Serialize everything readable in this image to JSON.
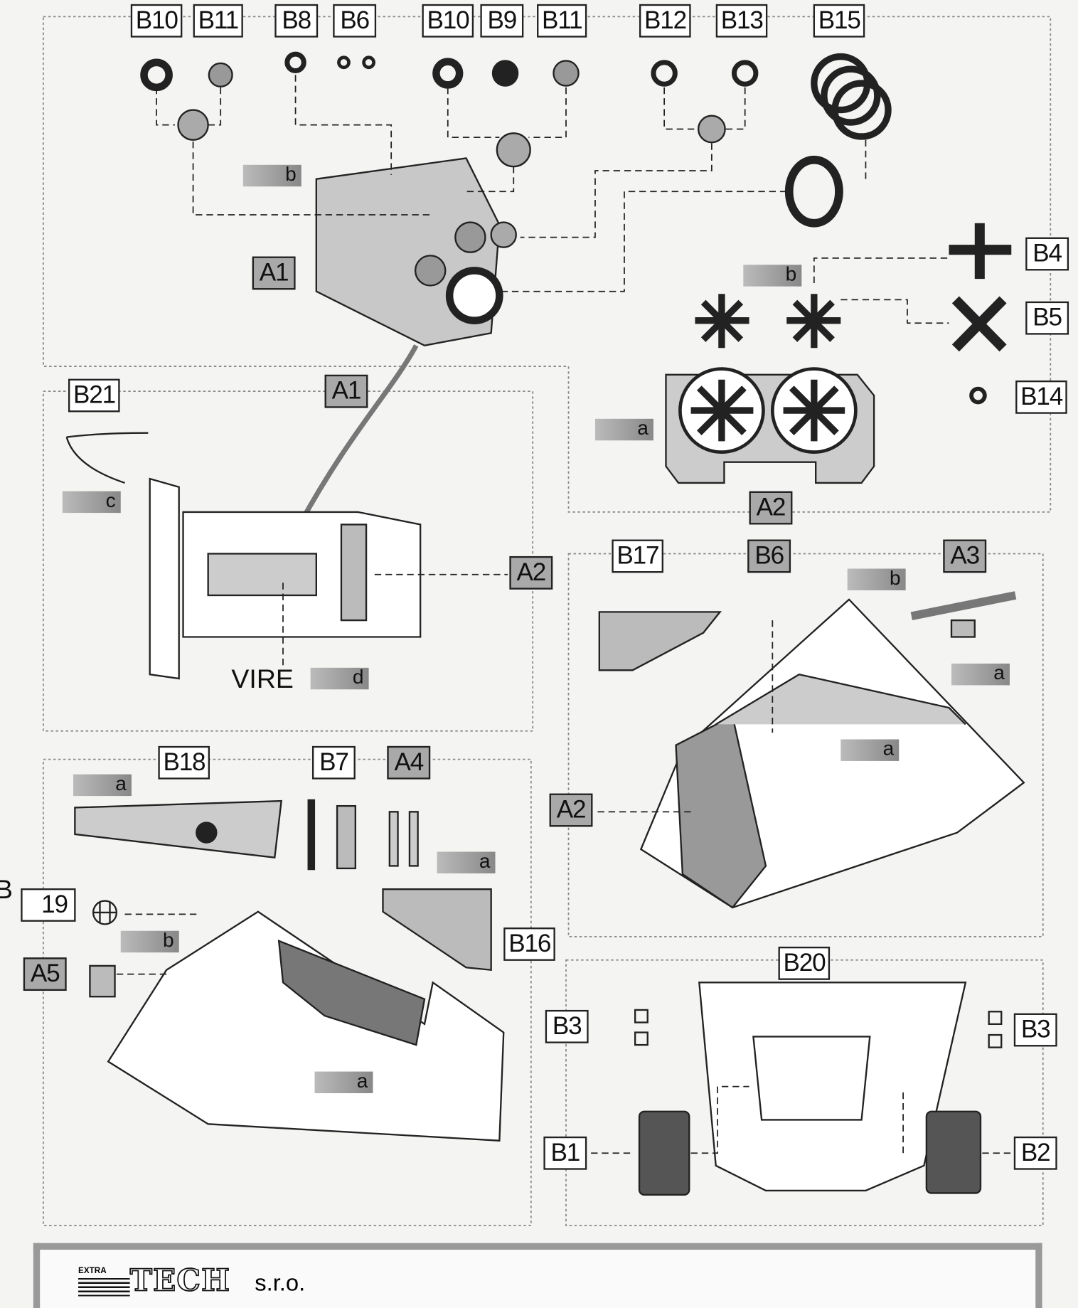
{
  "labels": {
    "top": [
      "B10",
      "B11",
      "B8",
      "B6",
      "B10",
      "B9",
      "B11",
      "B12",
      "B13",
      "B15"
    ],
    "engine": "A1",
    "b_engine": "b",
    "fan": {
      "b4": "B4",
      "b5": "B5",
      "b14": "B14",
      "b": "b",
      "a": "a"
    },
    "mid_left": {
      "b21": "B21",
      "a1": "A1",
      "c": "c",
      "a2": "A2",
      "vire": "VIRE",
      "d": "d"
    },
    "mid_right": {
      "a2_top": "A2",
      "b17": "B17",
      "b6": "B6",
      "a3": "A3",
      "b": "b",
      "a1": "a",
      "a2": "a",
      "a2_side": "A2"
    },
    "bottom_left": {
      "b18": "B18",
      "b7": "B7",
      "a4": "A4",
      "a1": "a",
      "a2": "a",
      "b19": "19",
      "b_partial": "B",
      "b": "b",
      "a5": "A5",
      "b16": "B16",
      "a3": "a"
    },
    "bottom_right": {
      "b20": "B20",
      "b3_left": "B3",
      "b3_right": "B3",
      "b1": "B1",
      "b2": "B2"
    }
  },
  "footer": {
    "logo_extra": "EXTRA",
    "logo_tech": "TECH",
    "company_suffix": "s.r.o."
  }
}
